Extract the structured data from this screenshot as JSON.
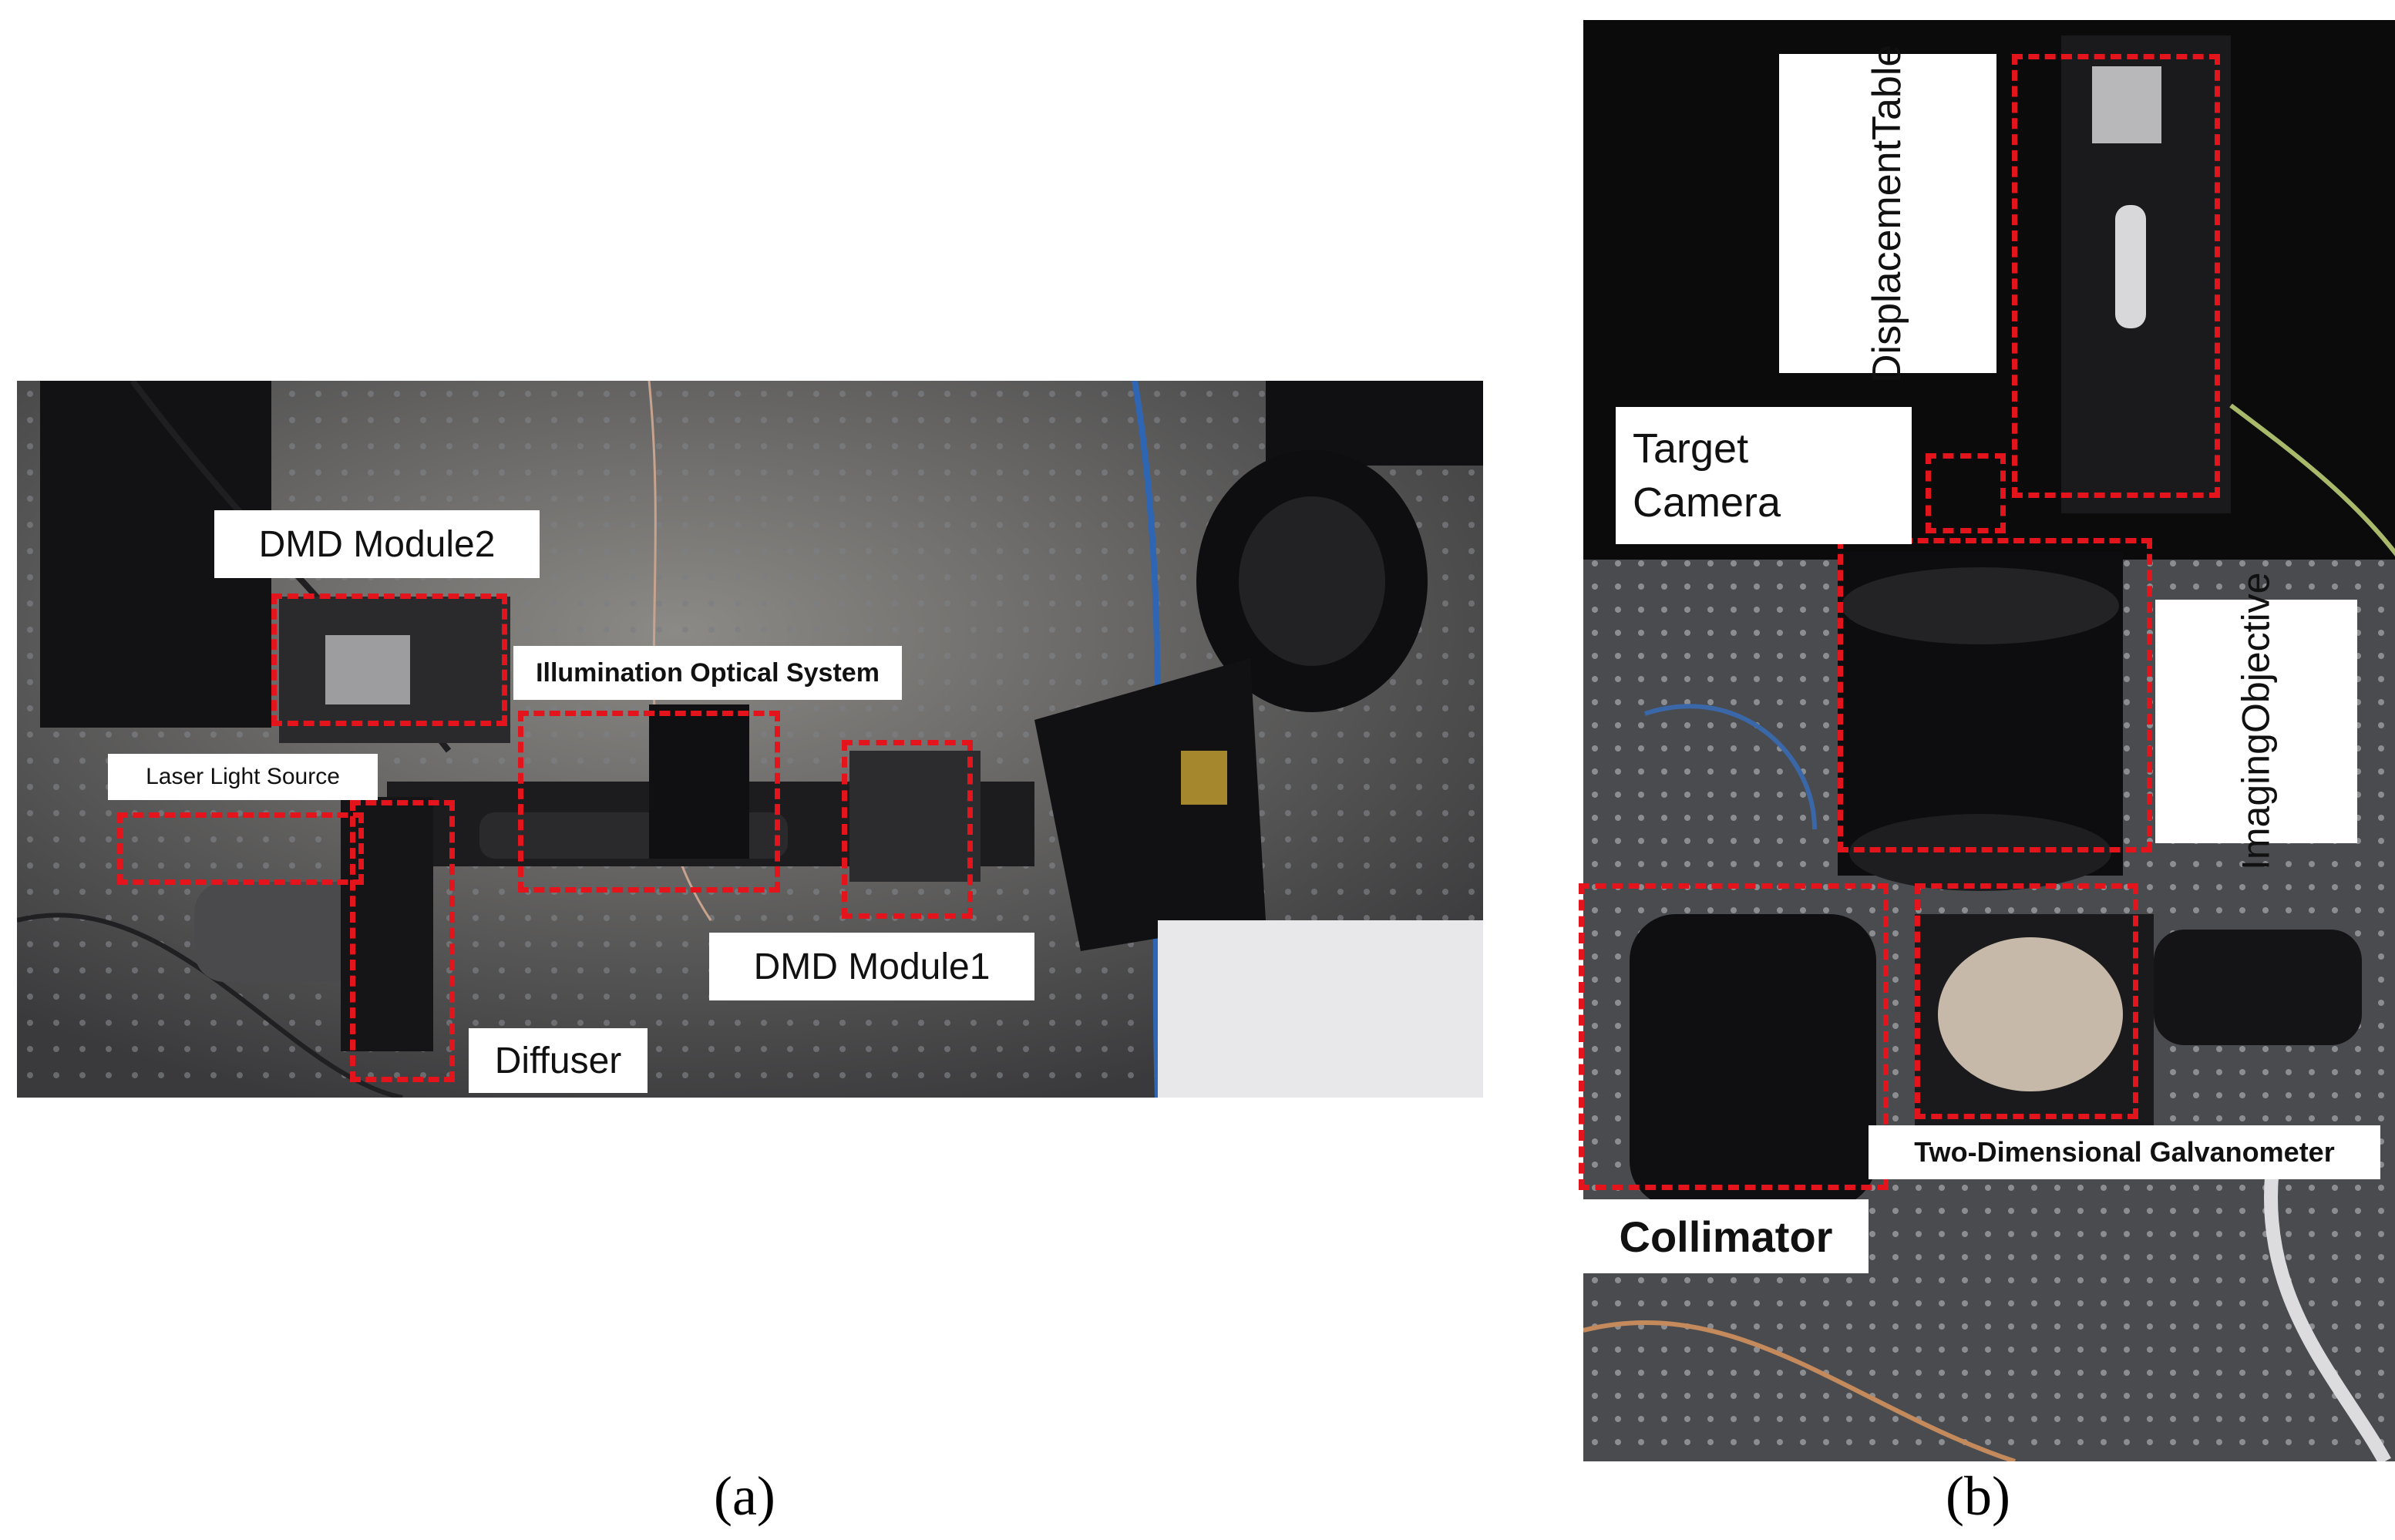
{
  "panel_a": {
    "caption": "(a)",
    "labels": {
      "dmd_module2": "DMD Module2",
      "illumination_optical_system": "Illumination Optical System",
      "laser_light_source": "Laser Light Source",
      "dmd_module1": "DMD Module1",
      "diffuser": "Diffuser"
    }
  },
  "panel_b": {
    "caption": "(b)",
    "labels": {
      "displacement_table_line1": "Displacement",
      "displacement_table_line2": "Table",
      "target_camera_line1": "Target",
      "target_camera_line2": "Camera",
      "imaging_objective_line1": "Imaging",
      "imaging_objective_line2": "Objective",
      "two_dimensional_galvanometer": "Two-Dimensional Galvanometer",
      "collimator": "Collimator"
    }
  },
  "colors": {
    "highlight_box": "#e3141b",
    "label_bg": "#ffffff"
  }
}
